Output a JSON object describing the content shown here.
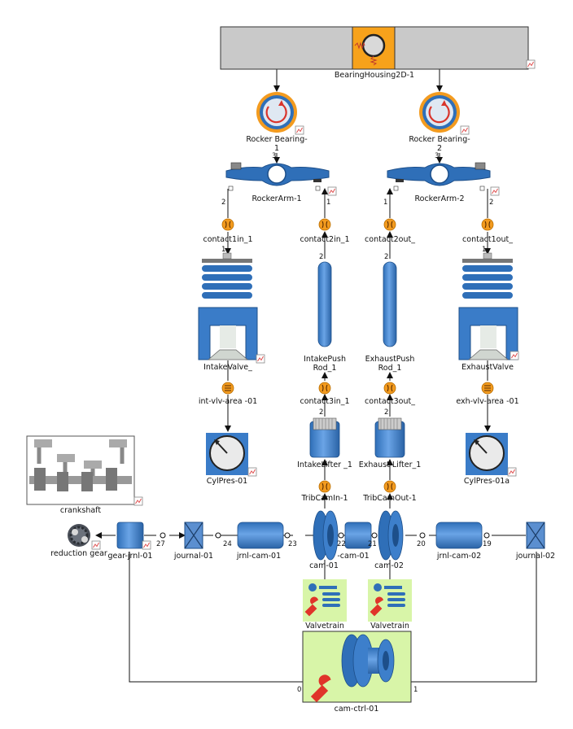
{
  "diagram": {
    "components": {
      "bearing_housing": "BearingHousing2D-1",
      "rocker_bearing_1": "Rocker Bearing-1",
      "rocker_bearing_2": "Rocker Bearing-2",
      "rocker_arm_1": "RockerArm-1",
      "rocker_arm_2": "RockerArm-2",
      "contact1in": "contact1in_1",
      "contact2in": "contact2in_1",
      "contact2out": "contact2out_",
      "contact1out": "contact1out_",
      "intake_valve": "IntakeValve_",
      "intake_push_rod": "IntakePush Rod_1",
      "exhaust_push_rod": "ExhaustPush Rod_1",
      "exhaust_valve": "ExhaustValve",
      "int_vlv_area": "int-vlv-area -01",
      "contact3in": "contact3in_1",
      "contact3out": "contact3out_",
      "exh_vlv_area": "exh-vlv-area -01",
      "intake_lifter": "IntakeLifter _1",
      "exhaust_lifter": "Exhaust Lifter_1",
      "cyl_pres_1": "CylPres-01",
      "cyl_pres_2": "CylPres-01a",
      "trib_cam_in": "TribCamIn-1",
      "trib_cam_out": "TribCamOut-1",
      "crankshaft": "crankshaft",
      "reduction_gear": "reduction gear",
      "gear_jrnl": "gear-jrnl-01",
      "journal_01": "journal-01",
      "jrnl_cam_01": "jrnl-cam-01",
      "cam_01": "cam-01",
      "cam_middle": "-cam-01",
      "cam_02": "cam-02",
      "jrnl_cam_02": "jrnl-cam-02",
      "journal_02": "journal-02",
      "valvetrain_1": "Valvetrain",
      "valvetrain_2": "Valvetrain",
      "cam_ctrl": "cam-ctrl-01"
    },
    "ports": {
      "p27": "27",
      "p24": "24",
      "p23": "23",
      "p22": "22",
      "p21": "21",
      "p20": "20",
      "p19": "19",
      "p0": "0",
      "p1": "1",
      "p2": "2",
      "p3": "3"
    }
  }
}
